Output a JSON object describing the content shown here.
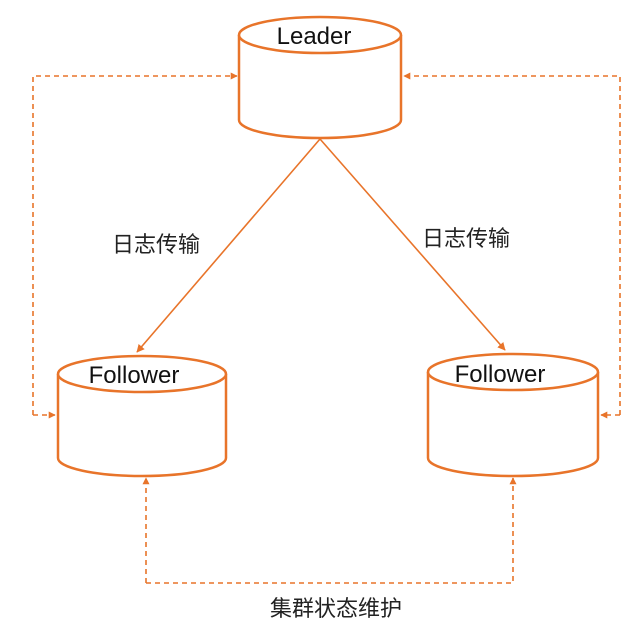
{
  "colors": {
    "accent": "#e8742a",
    "text": "#111111",
    "background": "#ffffff"
  },
  "nodes": {
    "leader": {
      "label": "Leader"
    },
    "follower_left": {
      "label": "Follower"
    },
    "follower_right": {
      "label": "Follower"
    }
  },
  "edges": {
    "left_label": "日志传输",
    "right_label": "日志传输"
  },
  "footer": {
    "label": "集群状态维护"
  }
}
